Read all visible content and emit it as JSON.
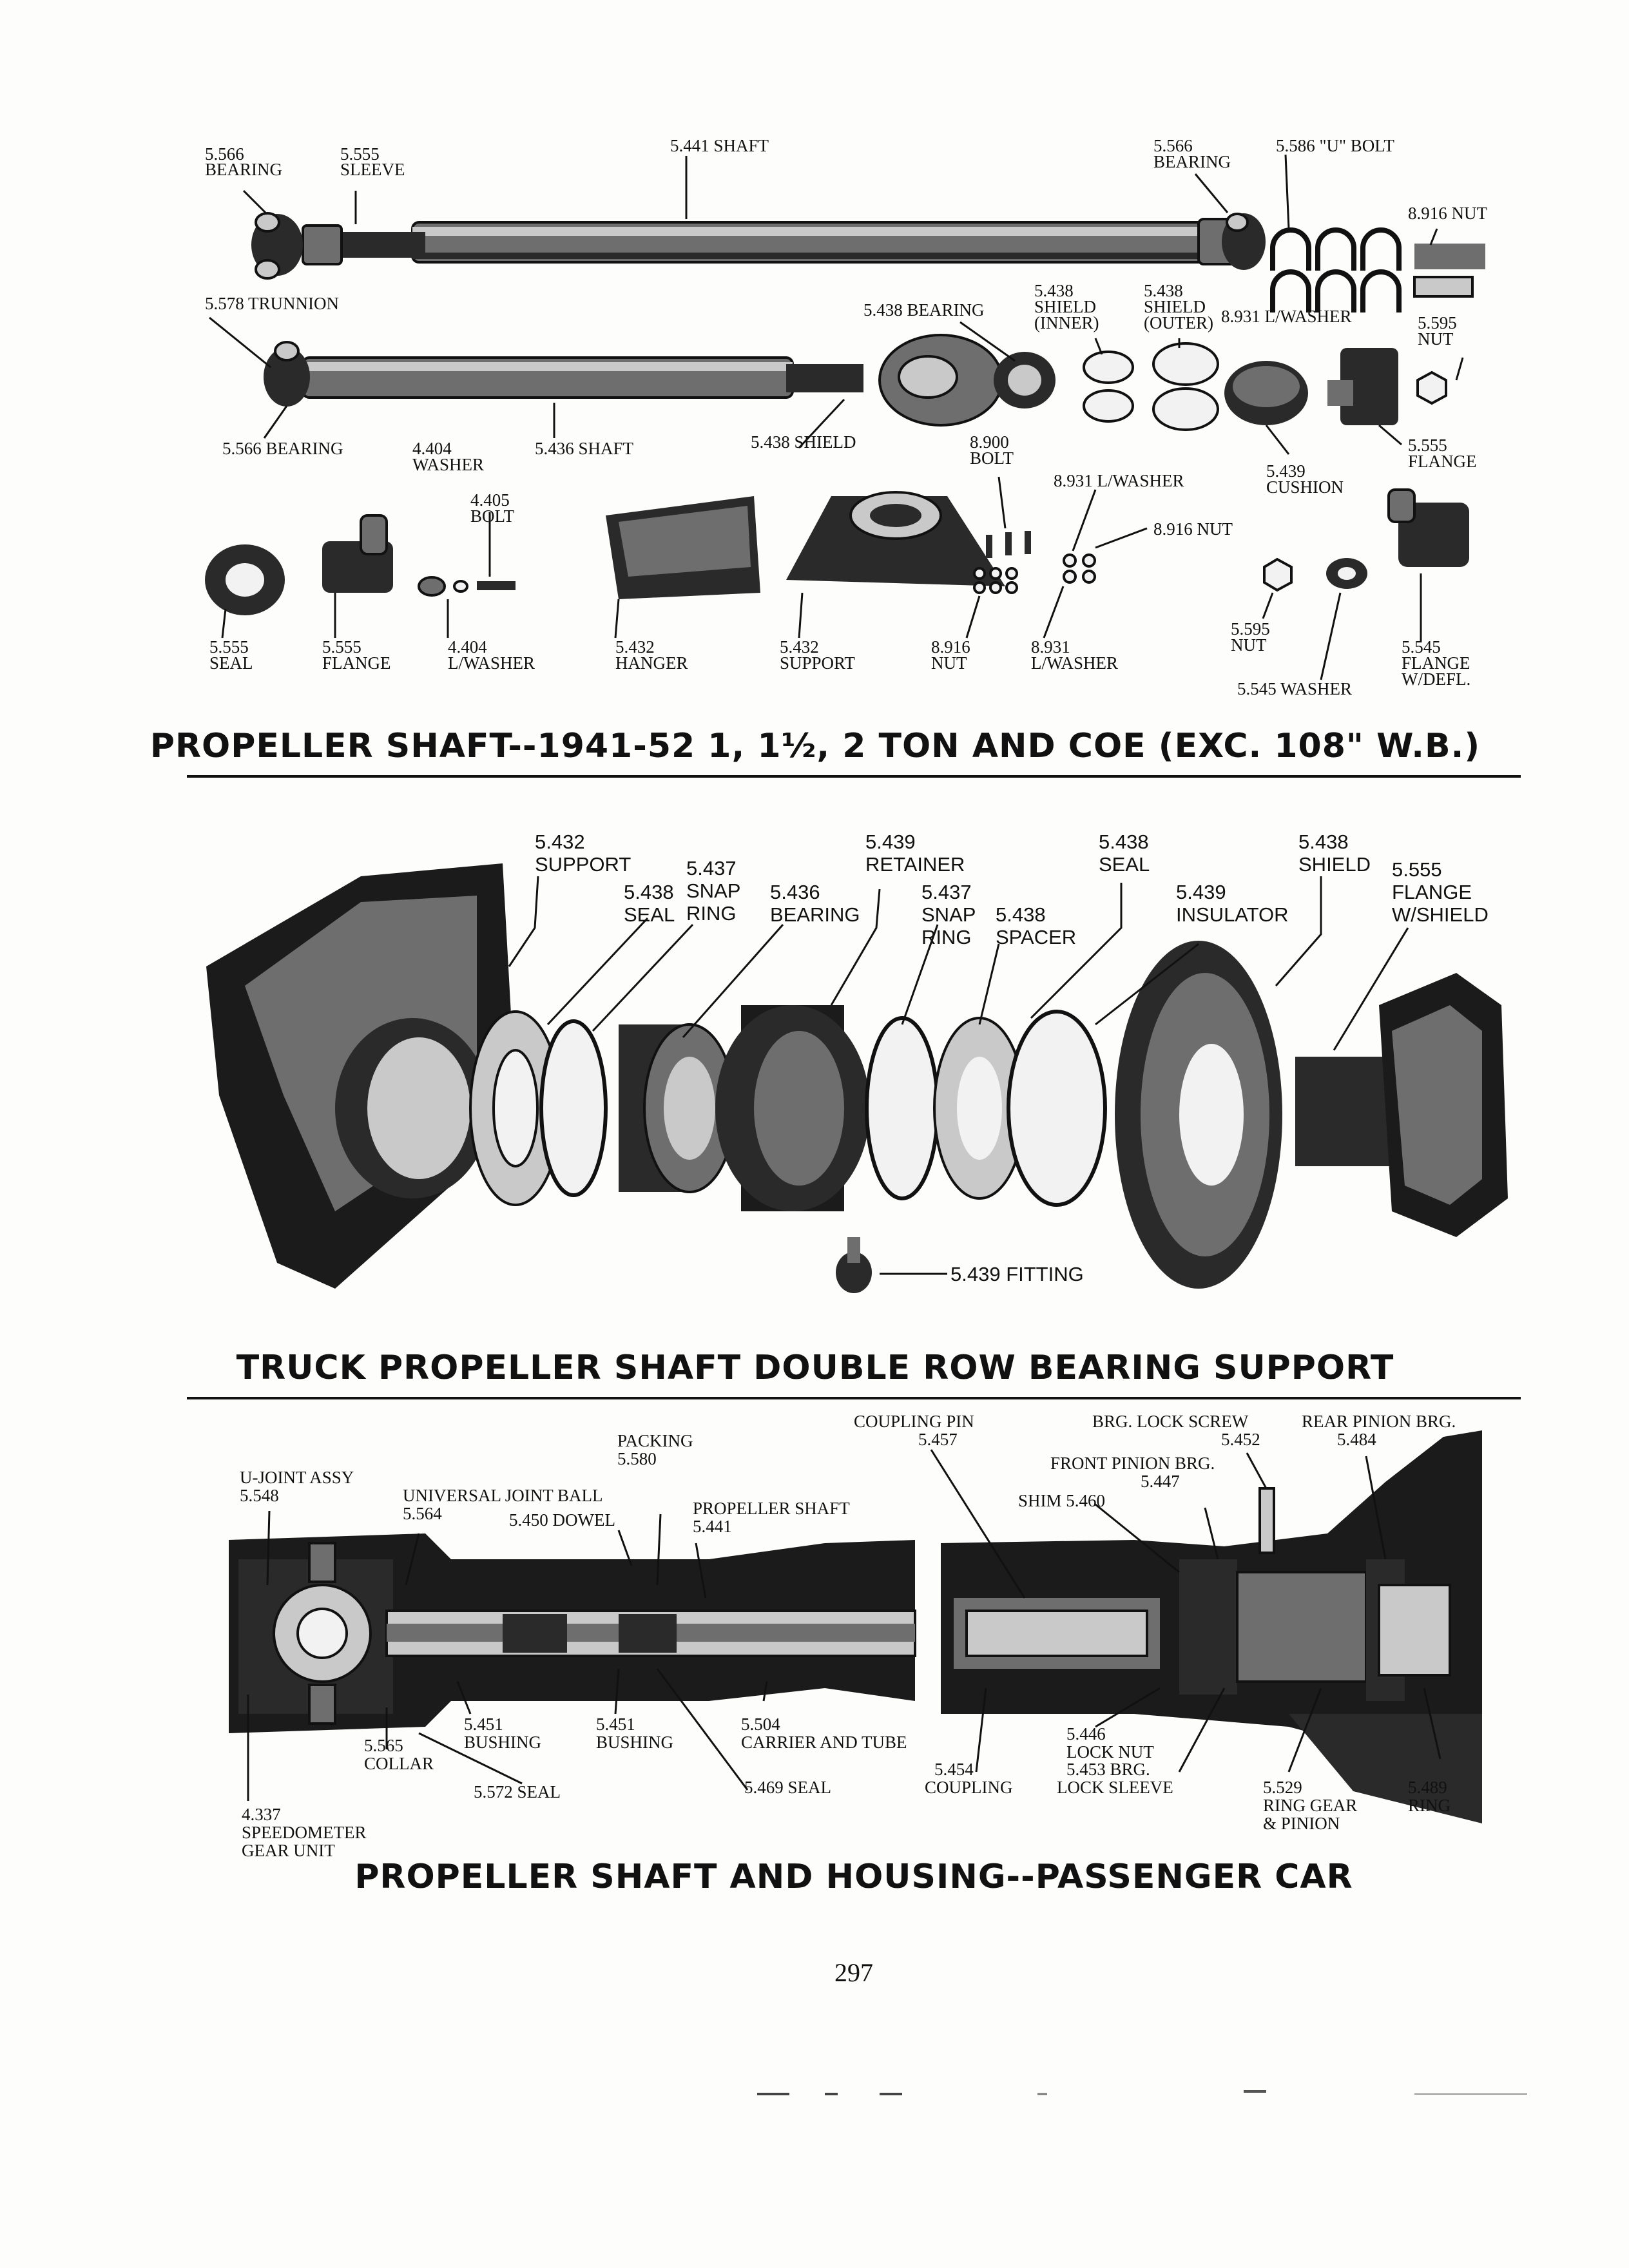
{
  "section1": {
    "title": "PROPELLER SHAFT--1941-52 1, 1½, 2 TON AND COE (EXC. 108\" W.B.)",
    "labels": [
      [
        "5.566",
        "BEARING"
      ],
      [
        "5.555",
        "SLEEVE"
      ],
      [
        "5.441 SHAFT"
      ],
      [
        "5.566",
        "BEARING"
      ],
      [
        "5.586 \"U\" BOLT"
      ],
      [
        "8.916 NUT"
      ],
      [
        "5.578 TRUNNION"
      ],
      [
        "5.438 BEARING"
      ],
      [
        "5.438",
        "SHIELD",
        "(INNER)"
      ],
      [
        "5.438",
        "SHIELD",
        "(OUTER)"
      ],
      [
        "8.931 L/WASHER"
      ],
      [
        "5.595",
        "NUT"
      ],
      [
        "5.566 BEARING"
      ],
      [
        "4.404",
        "WASHER"
      ],
      [
        "5.436 SHAFT"
      ],
      [
        "5.438 SHIELD"
      ],
      [
        "8.900",
        "BOLT"
      ],
      [
        "8.931 L/WASHER"
      ],
      [
        "4.405",
        "BOLT"
      ],
      [
        "8.916 NUT"
      ],
      [
        "5.439",
        "CUSHION"
      ],
      [
        "5.555",
        "FLANGE"
      ],
      [
        "5.555",
        "SEAL"
      ],
      [
        "5.555",
        "FLANGE"
      ],
      [
        "4.404",
        "L/WASHER"
      ],
      [
        "5.432",
        "HANGER"
      ],
      [
        "5.432",
        "SUPPORT"
      ],
      [
        "8.916",
        "NUT"
      ],
      [
        "8.931",
        "L/WASHER"
      ],
      [
        "5.595",
        "NUT"
      ],
      [
        "5.545 WASHER"
      ],
      [
        "5.545",
        "FLANGE",
        "W/DEFL."
      ]
    ]
  },
  "section2": {
    "title": "TRUCK PROPELLER SHAFT DOUBLE ROW BEARING SUPPORT",
    "labels": [
      [
        "5.432",
        "SUPPORT"
      ],
      [
        "5.438",
        "SEAL"
      ],
      [
        "5.437",
        "SNAP",
        "RING"
      ],
      [
        "5.436",
        "BEARING"
      ],
      [
        "5.439",
        "RETAINER"
      ],
      [
        "5.437",
        "SNAP",
        "RING"
      ],
      [
        "5.438",
        "SPACER"
      ],
      [
        "5.438",
        "SEAL"
      ],
      [
        "5.439",
        "INSULATOR"
      ],
      [
        "5.438",
        "SHIELD"
      ],
      [
        "5.555",
        "FLANGE",
        "W/SHIELD"
      ],
      [
        "5.439 FITTING"
      ]
    ]
  },
  "section3": {
    "title": "PROPELLER SHAFT AND HOUSING--PASSENGER CAR",
    "labels": [
      [
        "U-JOINT ASSY",
        "5.548"
      ],
      [
        "PACKING",
        "5.580"
      ],
      [
        "UNIVERSAL JOINT BALL",
        "5.564"
      ],
      [
        "5.450 DOWEL"
      ],
      [
        "PROPELLER SHAFT",
        "5.441"
      ],
      [
        "COUPLING PIN",
        "5.457"
      ],
      [
        "BRG. LOCK SCREW",
        "5.452"
      ],
      [
        "REAR PINION BRG.",
        "5.484"
      ],
      [
        "FRONT PINION BRG.",
        "5.447"
      ],
      [
        "SHIM 5.460"
      ],
      [
        "5.451",
        "BUSHING"
      ],
      [
        "5.451",
        "BUSHING"
      ],
      [
        "5.504",
        "CARRIER AND TUBE"
      ],
      [
        "5.565",
        "COLLAR"
      ],
      [
        "5.572 SEAL"
      ],
      [
        "5.469 SEAL"
      ],
      [
        "5.454",
        "COUPLING"
      ],
      [
        "5.446",
        "LOCK NUT"
      ],
      [
        "5.453 BRG.",
        "LOCK SLEEVE"
      ],
      [
        "5.529",
        "RING GEAR",
        "& PINION"
      ],
      [
        "5.489",
        "RING"
      ],
      [
        "4.337",
        "SPEEDOMETER",
        "GEAR UNIT"
      ]
    ]
  },
  "page_number": "297"
}
